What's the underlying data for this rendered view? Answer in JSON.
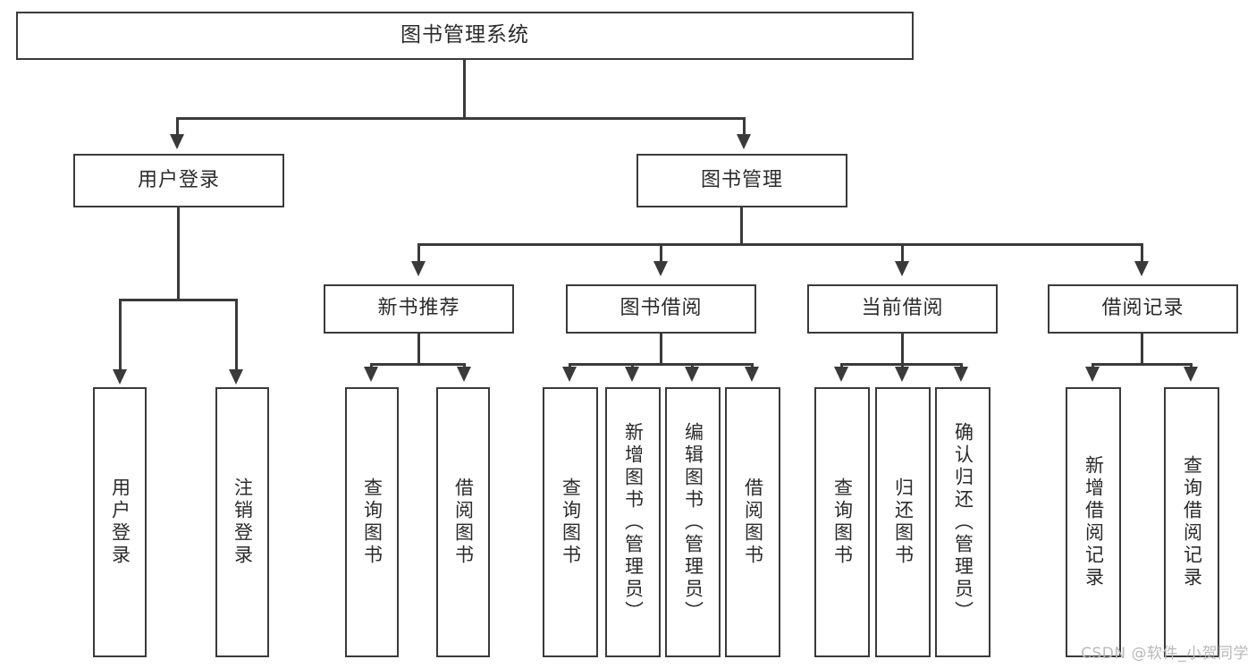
{
  "diagram": {
    "type": "tree",
    "title": "图书管理系统",
    "watermark": "CSDN @软件_小贺同学",
    "colors": {
      "stroke": "#3a3a3a",
      "fill": "#ffffff",
      "text": "#2b2b2b",
      "watermark": "#b9b9b9"
    },
    "root": {
      "label": "图书管理系统"
    },
    "level2": [
      {
        "label": "用户登录"
      },
      {
        "label": "图书管理"
      }
    ],
    "level3": [
      {
        "label": "新书推荐"
      },
      {
        "label": "图书借阅"
      },
      {
        "label": "当前借阅"
      },
      {
        "label": "借阅记录"
      }
    ],
    "leaves": {
      "user_login": [
        {
          "label": "用户登录"
        },
        {
          "label": "注销登录"
        }
      ],
      "new_book": [
        {
          "label": "查询图书"
        },
        {
          "label": "借阅图书"
        }
      ],
      "borrow": [
        {
          "label": "查询图书"
        },
        {
          "label": "新增图书（管理员）"
        },
        {
          "label": "编辑图书（管理员）"
        },
        {
          "label": "借阅图书"
        }
      ],
      "current": [
        {
          "label": "查询图书"
        },
        {
          "label": "归还图书"
        },
        {
          "label": "确认归还（管理员）"
        }
      ],
      "records": [
        {
          "label": "新增借阅记录"
        },
        {
          "label": "查询借阅记录"
        }
      ]
    }
  }
}
